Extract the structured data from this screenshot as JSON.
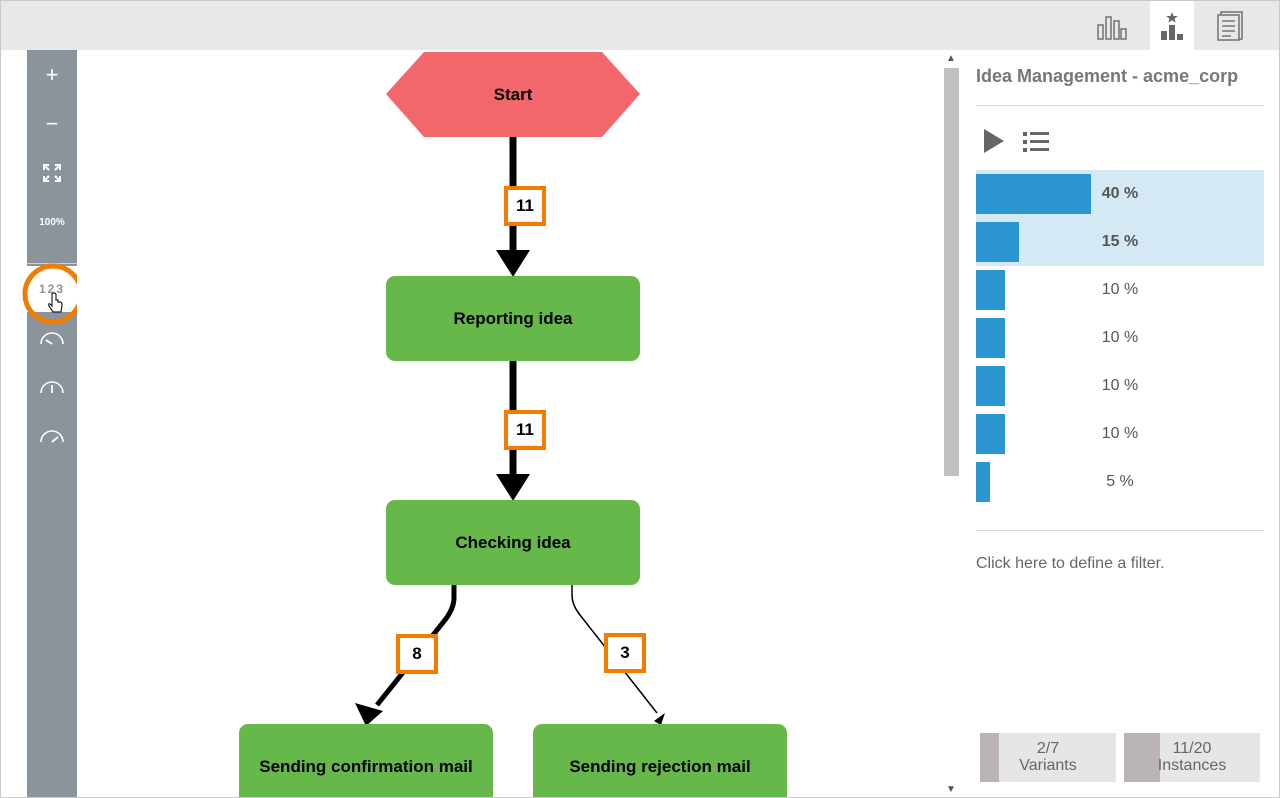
{
  "topbar": {
    "tabs": [
      {
        "name": "statistics-icon"
      },
      {
        "name": "variants-ranking-icon",
        "active": true
      },
      {
        "name": "report-icon"
      }
    ]
  },
  "toolbar": {
    "zoom_in": "+",
    "zoom_out": "−",
    "fit_icon": "expand-icon",
    "zoom_100": "100%",
    "numbers": "123",
    "gauges": [
      "speed-low-icon",
      "speed-mid-icon",
      "speed-high-icon"
    ]
  },
  "process": {
    "start": "Start",
    "nodes": {
      "reporting": "Reporting idea",
      "checking": "Checking idea",
      "confirm": "Sending confirmation mail",
      "reject": "Sending rejection mail"
    },
    "edges": {
      "start_reporting": "11",
      "reporting_checking": "11",
      "checking_confirm": "8",
      "checking_reject": "3"
    }
  },
  "sidebar": {
    "title": "Idea Management - acme_corp",
    "variants": [
      {
        "pct": "40 %",
        "share": 0.4,
        "highlight": true
      },
      {
        "pct": "15 %",
        "share": 0.15,
        "highlight": true
      },
      {
        "pct": "10 %",
        "share": 0.1,
        "highlight": false
      },
      {
        "pct": "10 %",
        "share": 0.1,
        "highlight": false
      },
      {
        "pct": "10 %",
        "share": 0.1,
        "highlight": false
      },
      {
        "pct": "10 %",
        "share": 0.1,
        "highlight": false
      },
      {
        "pct": "5 %",
        "share": 0.05,
        "highlight": false
      }
    ],
    "filter_text": "Click here to define a filter.",
    "counters": {
      "variants": {
        "value": "2/7",
        "label": "Variants",
        "fraction": 0.2857
      },
      "instances": {
        "value": "11/20",
        "label": "Instances",
        "fraction": 0.55
      }
    }
  },
  "colors": {
    "accent": "#2b95d0",
    "node_green": "#67b84a",
    "start_red": "#f2676b",
    "highlight_orange": "#f07c00"
  }
}
